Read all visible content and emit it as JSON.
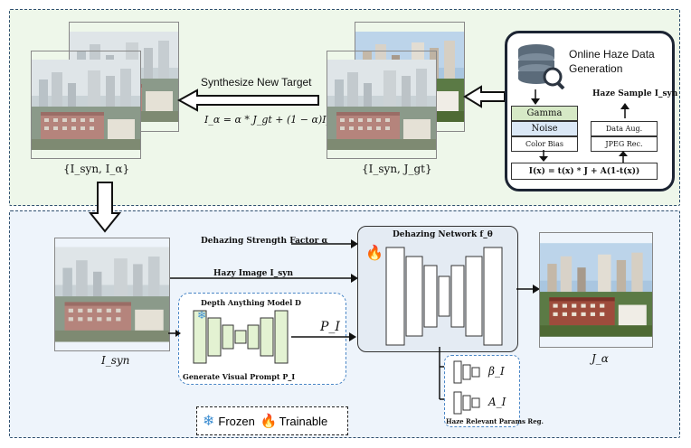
{
  "top_panel": {
    "synthesize_label": "Synthesize New Target",
    "blend_formula": "I_α = α * J_gt + (1 − α)I_syn",
    "left_pair_label": "{I_syn, I_α}",
    "right_pair_label": "{I_syn, J_gt}"
  },
  "haze_generation": {
    "title_line1": "Online Haze Data",
    "title_line2": "Generation",
    "haze_sample_label": "Haze Sample I_syn",
    "ops_left": [
      "Gamma",
      "Noise",
      "Color Bias"
    ],
    "ops_right": [
      "Data Aug.",
      "JPEG Rec."
    ],
    "formula": "I(x) = t(x) * J + A(1-t(x))"
  },
  "bottom_panel": {
    "input_label": "I_syn",
    "strength_factor_label": "Dehazing Strength Factor α",
    "hazy_image_label": "Hazy Image I_syn",
    "depth_model_label": "Depth Anything Model D",
    "visual_prompt_label": "Generate Visual Prompt P_I",
    "prompt_symbol": "P_I",
    "network_label": "Dehazing Network f_θ",
    "beta_label": "β_I",
    "a_label": "A_I",
    "regressor_label": "Haze Relevant Params Reg.",
    "output_label": "J_α"
  },
  "legend": {
    "frozen": "Frozen",
    "trainable": "Trainable"
  },
  "colors": {
    "top_bg": "#eef7ea",
    "bottom_bg": "#eef4fb",
    "gamma": "#d6e9c6",
    "noise": "#dbe8f6",
    "unet_depth": "#e3f2d2",
    "flame": "#d9381e",
    "snow": "#3f8fd2"
  }
}
